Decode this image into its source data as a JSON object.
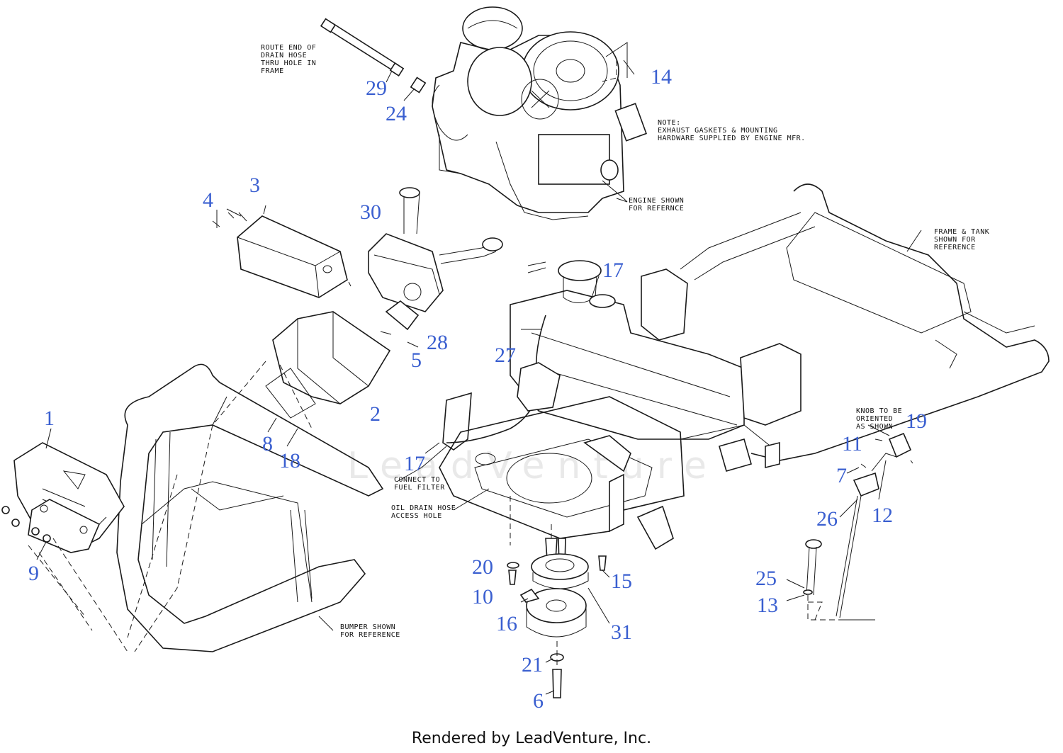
{
  "watermark": "LeadVenture",
  "notes": {
    "drain_hose": "ROUTE END OF\nDRAIN HOSE\nTHRU HOLE IN\nFRAME",
    "exhaust": "NOTE:\nEXHAUST GASKETS & MOUNTING\nHARDWARE SUPPLIED BY ENGINE MFR.",
    "engine": "ENGINE SHOWN\nFOR REFERNCE",
    "frame_tank": "FRAME & TANK\nSHOWN FOR\nREFERENCE",
    "knob": "KNOB TO BE\nORIENTED\nAS SHOWN",
    "fuel_filter": "CONNECT TO\nFUEL FILTER",
    "oil_drain": "OIL DRAIN HOSE\nACCESS HOLE",
    "bumper": "BUMPER SHOWN\nFOR REFERENCE"
  },
  "callouts": {
    "c1": "1",
    "c2": "2",
    "c3": "3",
    "c4": "4",
    "c5": "5",
    "c6": "6",
    "c7": "7",
    "c8": "8",
    "c9": "9",
    "c10": "10",
    "c11": "11",
    "c12": "12",
    "c13": "13",
    "c14": "14",
    "c15": "15",
    "c16": "16",
    "c17a": "17",
    "c17b": "17",
    "c18": "18",
    "c19": "19",
    "c20": "20",
    "c21": "21",
    "c24": "24",
    "c25": "25",
    "c26": "26",
    "c27": "27",
    "c28": "28",
    "c29": "29",
    "c30": "30",
    "c31": "31"
  },
  "footer": "Rendered by LeadVenture, Inc."
}
